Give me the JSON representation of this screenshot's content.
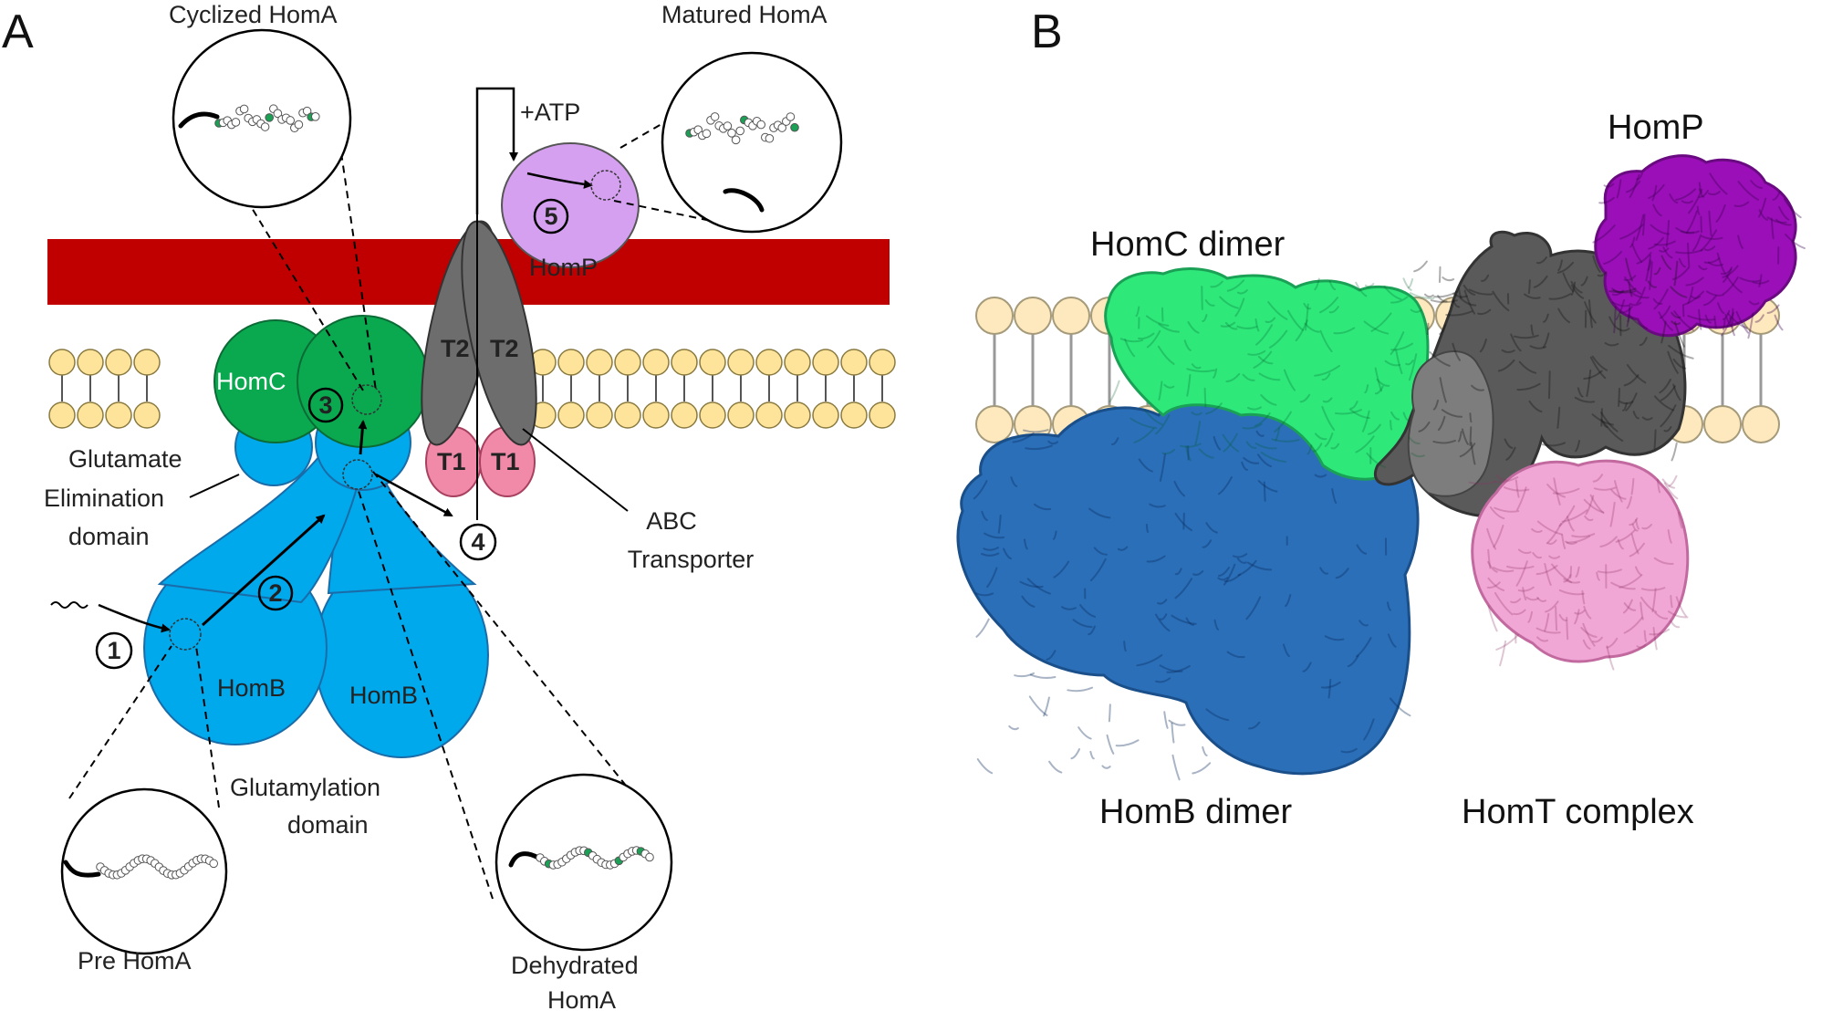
{
  "panelA": {
    "letter": "A",
    "labels": {
      "cyclized": "Cyclized HomA",
      "matured": "Matured HomA",
      "atp": "+ATP",
      "homp": "HomP",
      "homc": "HomC",
      "t2_left": "T2",
      "t2_right": "T2",
      "t1_left": "T1",
      "t1_right": "T1",
      "glutamate_1": "Glutamate",
      "glutamate_2": "Elimination",
      "glutamate_3": "domain",
      "abc_1": "ABC",
      "abc_2": "Transporter",
      "homb_left": "HomB",
      "homb_right": "HomB",
      "glutamylation_1": "Glutamylation",
      "glutamylation_2": "domain",
      "pre": "Pre HomA",
      "dehydrated_1": "Dehydrated",
      "dehydrated_2": "HomA"
    },
    "steps": [
      "1",
      "2",
      "3",
      "4",
      "5"
    ]
  },
  "panelB": {
    "letter": "B",
    "labels": {
      "homp": "HomP",
      "homc": "HomC dimer",
      "homb": "HomB dimer",
      "homt": "HomT complex"
    }
  },
  "colors": {
    "membrane_red": "#c00000",
    "lipid_head": "#fde49a",
    "lipid_head_pale": "#fde9bd",
    "homc_green": "#0aa84f",
    "homc_bright": "#2ee87a",
    "homb_blue": "#00a8ec",
    "homb_dark": "#2a6fb8",
    "transporter_gray": "#6d6d6d",
    "homt_dark": "#4a4a4a",
    "t1_pink": "#f08aa8",
    "homt_pink": "#f1a7d5",
    "homp_lilac": "#d6a0f0",
    "homp_purple": "#9a0fb8",
    "modified_residue": "#1aa155"
  }
}
